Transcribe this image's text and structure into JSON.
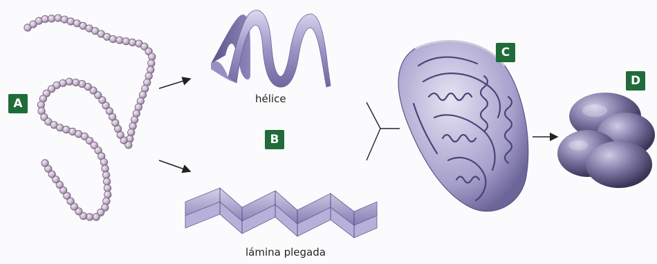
{
  "labels": {
    "a": "A",
    "b": "B",
    "c": "C",
    "d": "D"
  },
  "captions": {
    "helix": "hélice",
    "sheet": "lámina plegada"
  },
  "colors": {
    "badge": "#1f6b3a",
    "bead": "#c9b8cf",
    "protein": "#8f88b8",
    "arrow": "#222222"
  }
}
